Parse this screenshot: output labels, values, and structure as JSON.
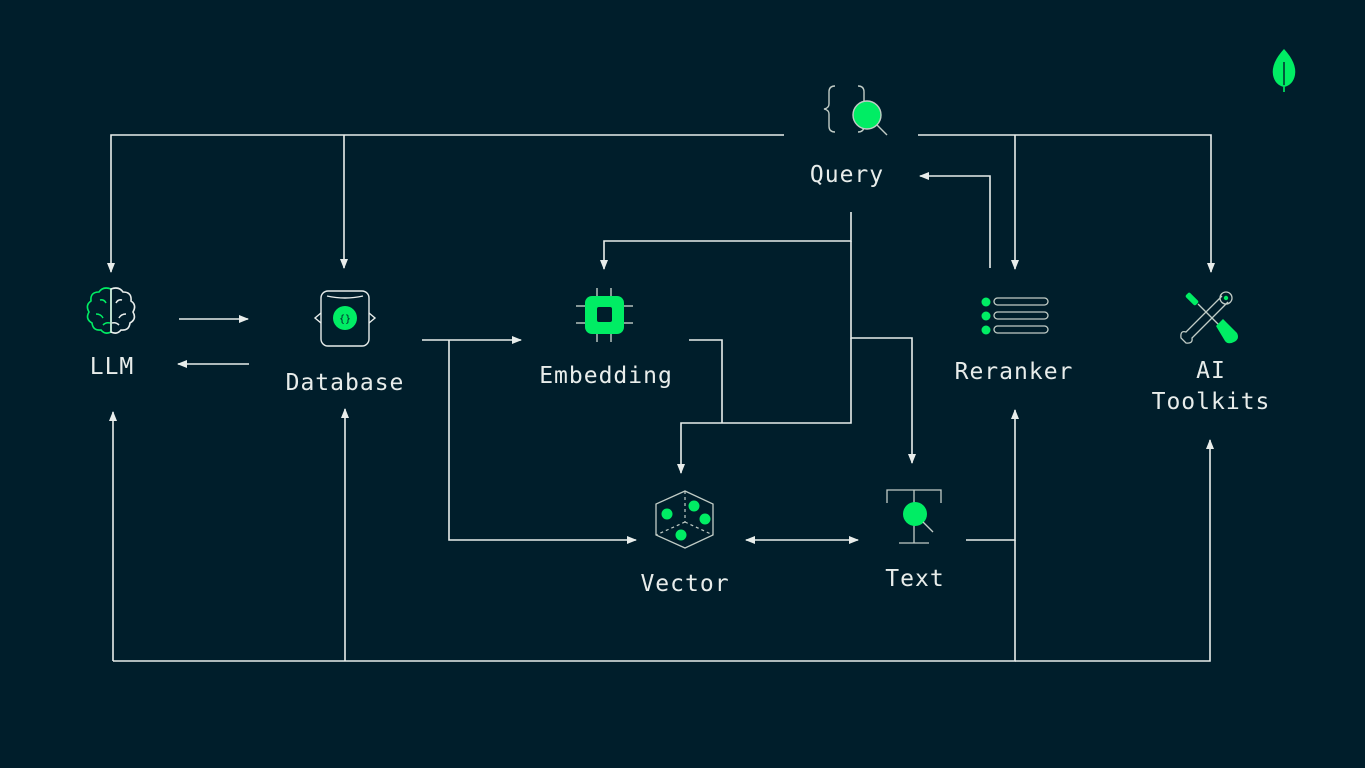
{
  "colors": {
    "background": "#001E2B",
    "line": "#E8EDEB",
    "accent": "#00ED64",
    "icon_stroke": "#C1CCC6"
  },
  "logo": {
    "icon": "mongodb-leaf-icon"
  },
  "nodes": {
    "query": {
      "label": "Query",
      "icon": "query-braces-search-icon"
    },
    "llm": {
      "label": "LLM",
      "icon": "brain-icon"
    },
    "database": {
      "label": "Database",
      "icon": "document-database-icon"
    },
    "embedding": {
      "label": "Embedding",
      "icon": "chip-icon"
    },
    "reranker": {
      "label": "Reranker",
      "icon": "ranked-list-icon"
    },
    "toolkits": {
      "label": "AI\nToolkits",
      "icon": "wrench-screwdriver-icon"
    },
    "vector": {
      "label": "Vector",
      "icon": "vector-cube-icon"
    },
    "text": {
      "label": "Text",
      "icon": "text-search-icon"
    }
  },
  "edges": [
    {
      "from": "query",
      "to": "llm"
    },
    {
      "from": "query",
      "to": "database"
    },
    {
      "from": "query",
      "to": "reranker"
    },
    {
      "from": "query",
      "to": "toolkits"
    },
    {
      "from": "query",
      "to": "embedding"
    },
    {
      "from": "query",
      "to": "vector"
    },
    {
      "from": "query",
      "to": "text"
    },
    {
      "from": "reranker",
      "to": "query"
    },
    {
      "from": "llm",
      "to": "database"
    },
    {
      "from": "database",
      "to": "llm"
    },
    {
      "from": "database",
      "to": "embedding"
    },
    {
      "from": "database",
      "to": "vector"
    },
    {
      "from": "embedding",
      "to": "vector"
    },
    {
      "from": "vector",
      "to": "text"
    },
    {
      "from": "text",
      "to": "vector"
    },
    {
      "from": "text",
      "to": "reranker"
    },
    {
      "from": "text",
      "to": "llm"
    },
    {
      "from": "text",
      "to": "database"
    },
    {
      "from": "text",
      "to": "toolkits"
    }
  ]
}
